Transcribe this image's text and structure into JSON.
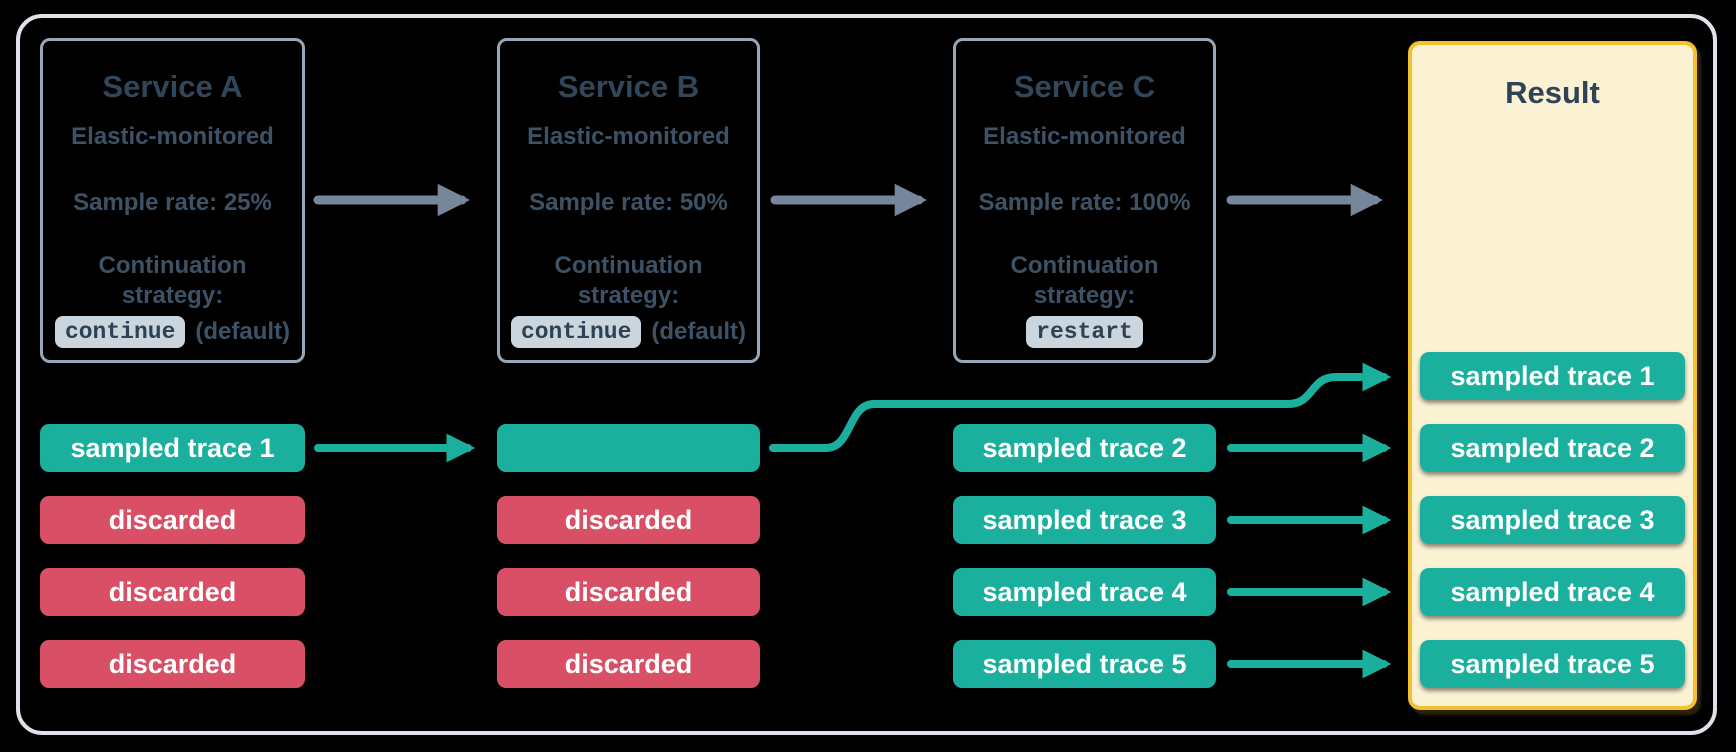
{
  "diagram": {
    "services": [
      {
        "title": "Service A",
        "monitoring": "Elastic-monitored",
        "sample_rate": "Sample rate: 25%",
        "strategy_label_line1": "Continuation",
        "strategy_label_line2": "strategy:",
        "strategy_value": "continue",
        "strategy_suffix": "(default)"
      },
      {
        "title": "Service B",
        "monitoring": "Elastic-monitored",
        "sample_rate": "Sample rate: 50%",
        "strategy_label_line1": "Continuation",
        "strategy_label_line2": "strategy:",
        "strategy_value": "continue",
        "strategy_suffix": "(default)"
      },
      {
        "title": "Service C",
        "monitoring": "Elastic-monitored",
        "sample_rate": "Sample rate: 100%",
        "strategy_label_line1": "Continuation",
        "strategy_label_line2": "strategy:",
        "strategy_value": "restart",
        "strategy_suffix": ""
      }
    ],
    "columns": {
      "service_a_rows": [
        {
          "label": "sampled trace 1",
          "status": "sampled"
        },
        {
          "label": "discarded",
          "status": "discarded"
        },
        {
          "label": "discarded",
          "status": "discarded"
        },
        {
          "label": "discarded",
          "status": "discarded"
        }
      ],
      "service_b_rows": [
        {
          "label": "",
          "status": "sampled"
        },
        {
          "label": "discarded",
          "status": "discarded"
        },
        {
          "label": "discarded",
          "status": "discarded"
        },
        {
          "label": "discarded",
          "status": "discarded"
        }
      ],
      "service_c_rows": [
        {
          "label": "sampled trace 2",
          "status": "sampled"
        },
        {
          "label": "sampled trace 3",
          "status": "sampled"
        },
        {
          "label": "sampled trace 4",
          "status": "sampled"
        },
        {
          "label": "sampled trace 5",
          "status": "sampled"
        }
      ]
    },
    "result": {
      "title": "Result",
      "traces": [
        "sampled trace 1",
        "sampled trace 2",
        "sampled trace 3",
        "sampled trace 4",
        "sampled trace 5"
      ]
    },
    "colors": {
      "sampled_teal": "#1baf9e",
      "discarded_red": "#d94f66",
      "arrow_gray": "#76879b",
      "service_border": "#97a7b5",
      "result_border": "#f1c12f",
      "result_fill": "#fbf1d3",
      "badge_fill": "#cbd5dd",
      "text_dark": "#32465a",
      "frame_border": "#dde3e8"
    }
  }
}
